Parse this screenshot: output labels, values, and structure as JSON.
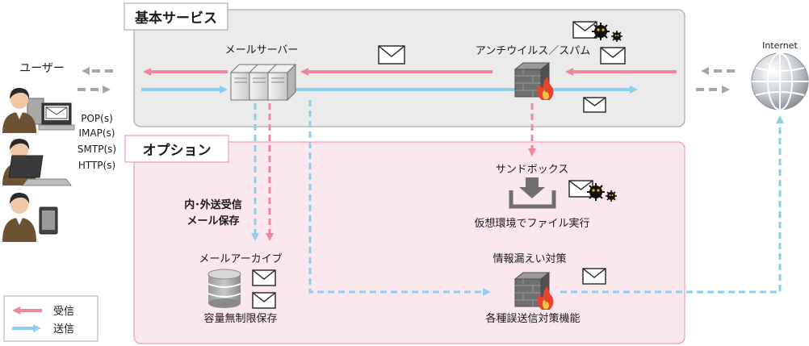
{
  "zones": {
    "basic": {
      "label": "基本サービス"
    },
    "option": {
      "label": "オプション"
    }
  },
  "nodes": {
    "users": {
      "label": "ユーザー"
    },
    "protocols": [
      "POP(s)",
      "IMAP(s)",
      "SMTP(s)",
      "HTTP(s)"
    ],
    "mail_server": {
      "label": "メールサーバー"
    },
    "antivirus": {
      "label": "アンチウイルス／スパム"
    },
    "internet": {
      "label": "Internet"
    },
    "sandbox": {
      "label": "サンドボックス",
      "caption": "仮想環境でファイル実行"
    },
    "archive_note": {
      "line1": "内･外送受信",
      "line2": "メール保存"
    },
    "archive": {
      "label": "メールアーカイブ",
      "caption": "容量無制限保存"
    },
    "leak": {
      "label": "情報漏えい対策",
      "caption": "各種誤送信対策機能"
    }
  },
  "legend": {
    "receive": {
      "label": "受信"
    },
    "send": {
      "label": "送信"
    }
  },
  "colors": {
    "receive": "#ec8a9c",
    "send": "#8dcdee",
    "inbound_gray": "#a6a6a6",
    "basic_bg": "#ebebeb",
    "option_bg": "#fbe7ee",
    "option_border": "#ec8aa6",
    "option_label": "#e8548a",
    "server": "#dcdcdc",
    "firewall": "#6f6f6f",
    "flame": "#e8432e",
    "skin": "#f2c7a5",
    "suit": "#6b5233"
  }
}
